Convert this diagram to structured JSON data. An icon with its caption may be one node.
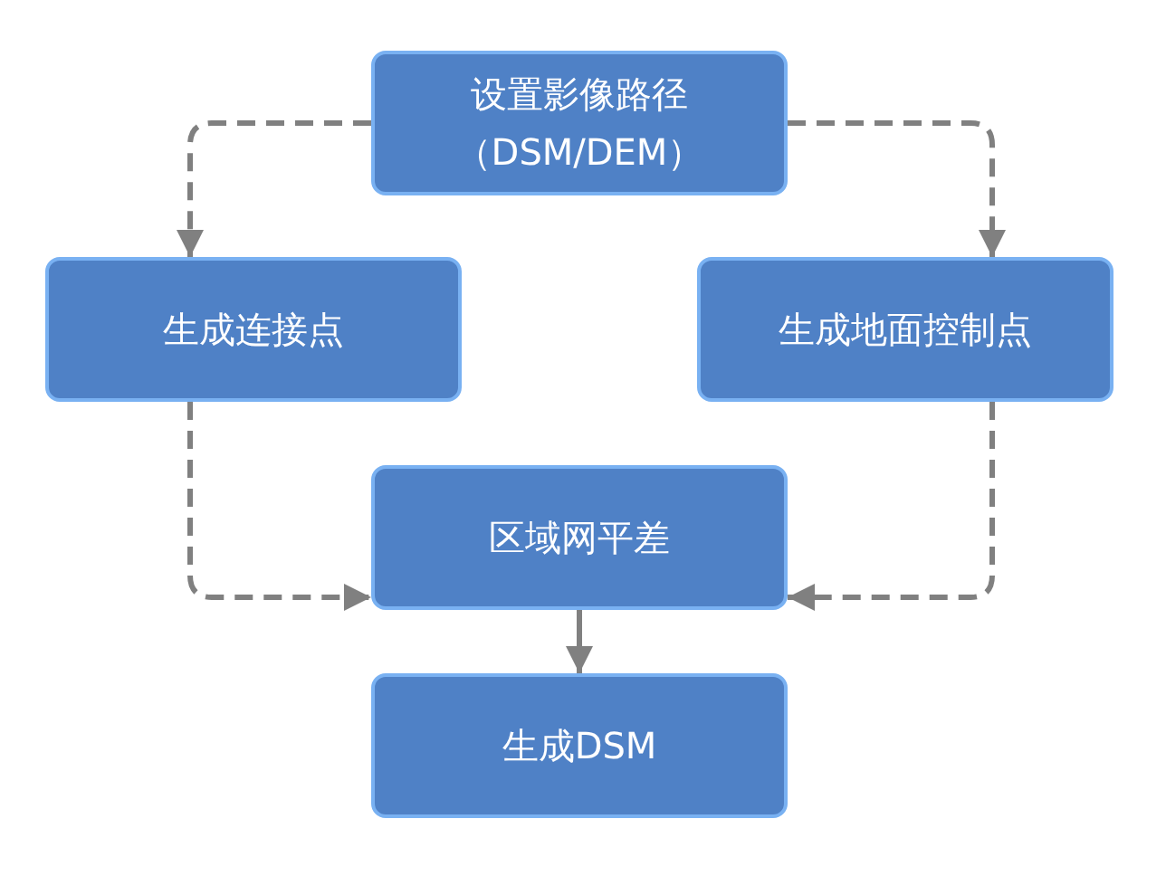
{
  "diagram": {
    "nodes": [
      {
        "text": [
          "设置影像路径（DSM/DEM）"
        ]
      },
      {
        "text": [
          "生成连接点"
        ]
      },
      {
        "text": [
          "生成地面控制点"
        ]
      },
      {
        "text": [
          "区域网平差"
        ]
      },
      {
        "text": [
          "生成DSM"
        ]
      }
    ],
    "edges": [
      {
        "from": 0,
        "to": 1,
        "arrow": "to",
        "style": "dashed"
      },
      {
        "from": 0,
        "to": 2,
        "arrow": "to",
        "style": "dashed"
      },
      {
        "from": 1,
        "to": 3,
        "arrow": "to",
        "style": "dashed"
      },
      {
        "from": 2,
        "to": 3,
        "arrow": "to",
        "style": "dashed"
      },
      {
        "from": 3,
        "to": 4,
        "arrow": "to"
      }
    ]
  }
}
